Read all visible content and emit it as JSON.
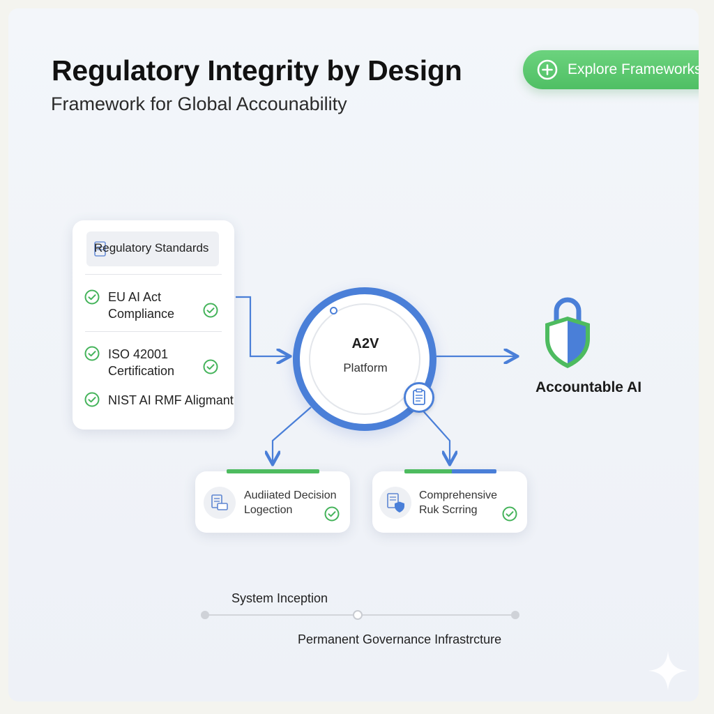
{
  "header": {
    "title": "Regulatory Integrity by Design",
    "subtitle": "Framework for Global Accounability"
  },
  "cta": {
    "label": "Explore Frameworks",
    "icon": "plus-circle-icon",
    "color": "#55c36a"
  },
  "standards": {
    "title": "Regulatory Standards",
    "items": [
      {
        "text": "EU AI Act\nCompliance"
      },
      {
        "text": "ISO 42001\nCertification"
      },
      {
        "text": "NIST AI RMF Aligmant"
      }
    ]
  },
  "hub": {
    "name": "A2V",
    "subtitle": "Platform",
    "ring_color": "#4a7fd8",
    "badge_icon": "clipboard-icon"
  },
  "outcome": {
    "label": "Accountable AI",
    "icon": "shield-lock-icon"
  },
  "outputs": [
    {
      "text": "Audiiated Decision\nLogection",
      "icon": "log-list-icon"
    },
    {
      "text": "Comprehensive\nRuk Scrring",
      "icon": "document-shield-icon"
    }
  ],
  "timeline": {
    "start_label": "System Inception",
    "end_label": "Permanent Governance Infrastrcture"
  },
  "colors": {
    "accent_blue": "#4a7fd8",
    "accent_green": "#4dbb5f",
    "check_green": "#44b35a"
  }
}
